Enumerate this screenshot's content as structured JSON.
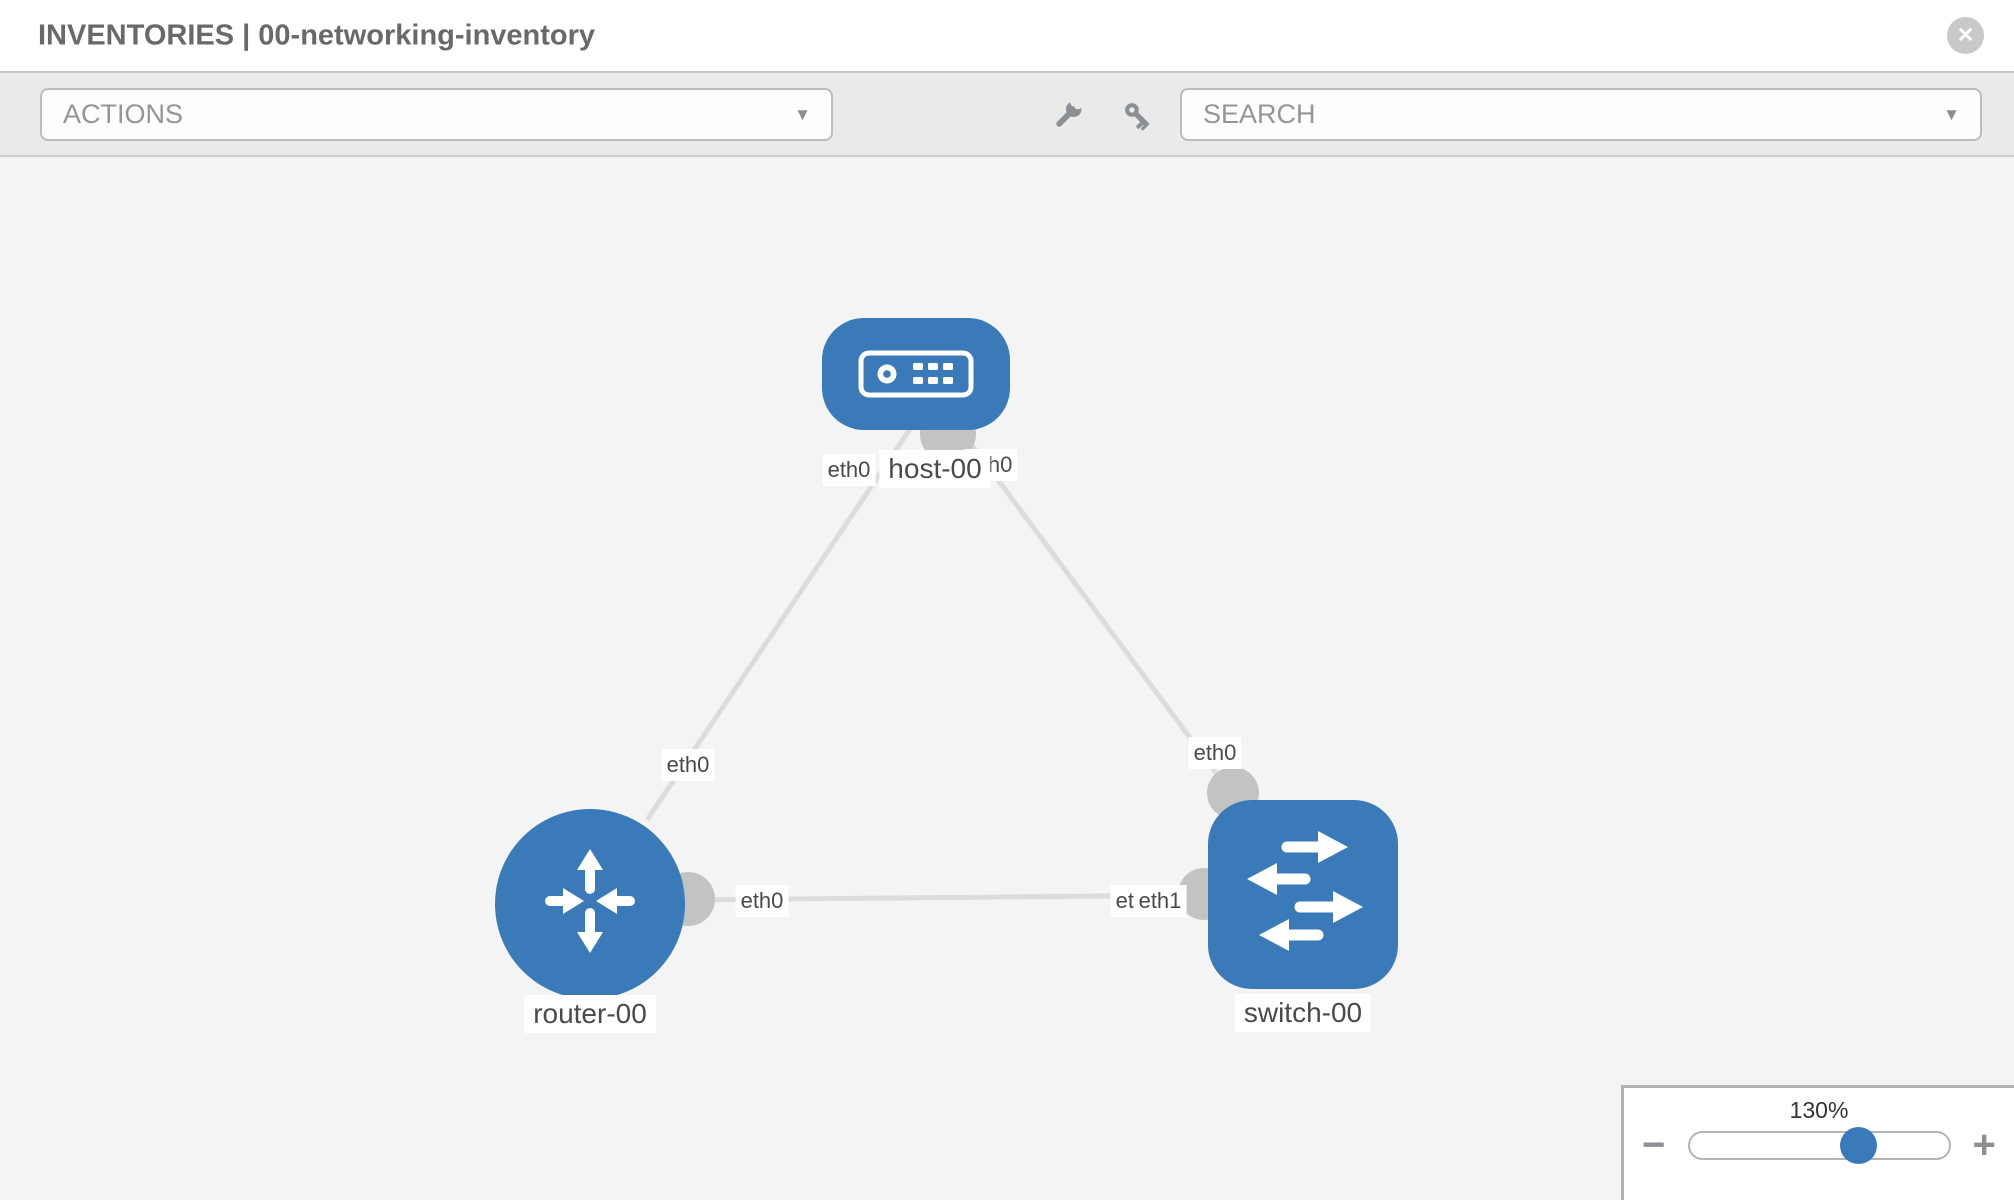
{
  "header": {
    "title": "INVENTORIES | 00-networking-inventory"
  },
  "toolbar": {
    "actions_placeholder": "ACTIONS",
    "search_placeholder": "SEARCH"
  },
  "icons": {
    "close": "✕",
    "caret": "▼",
    "minus": "−",
    "plus": "+"
  },
  "graph": {
    "nodes": [
      {
        "id": "host-00",
        "type": "host",
        "label": "host-00"
      },
      {
        "id": "router-00",
        "type": "router",
        "label": "router-00"
      },
      {
        "id": "switch-00",
        "type": "switch",
        "label": "switch-00"
      }
    ],
    "links": [
      {
        "source": "host-00",
        "source_interface": "eth0",
        "target": "router-00",
        "target_interface": "eth0"
      },
      {
        "source": "host-00",
        "source_interface": "eth0",
        "target": "switch-00",
        "target_interface": "eth0"
      },
      {
        "source": "router-00",
        "source_interface": "eth0",
        "target": "switch-00",
        "target_interface": "eth1"
      }
    ],
    "interface_labels": [
      "eth0",
      "eth0",
      "eth0",
      "eth0",
      "eth0",
      "eth0",
      "eth1"
    ]
  },
  "zoom_control": {
    "level": "130%"
  },
  "colors": {
    "node_fill": "#3a7ab8",
    "link": "#dcdcdc",
    "endpoint": "#c3c3c3",
    "canvas_bg": "#f4f4f4",
    "toolbar_bg": "#eaeaea",
    "slider_thumb": "#3a7ab8"
  }
}
